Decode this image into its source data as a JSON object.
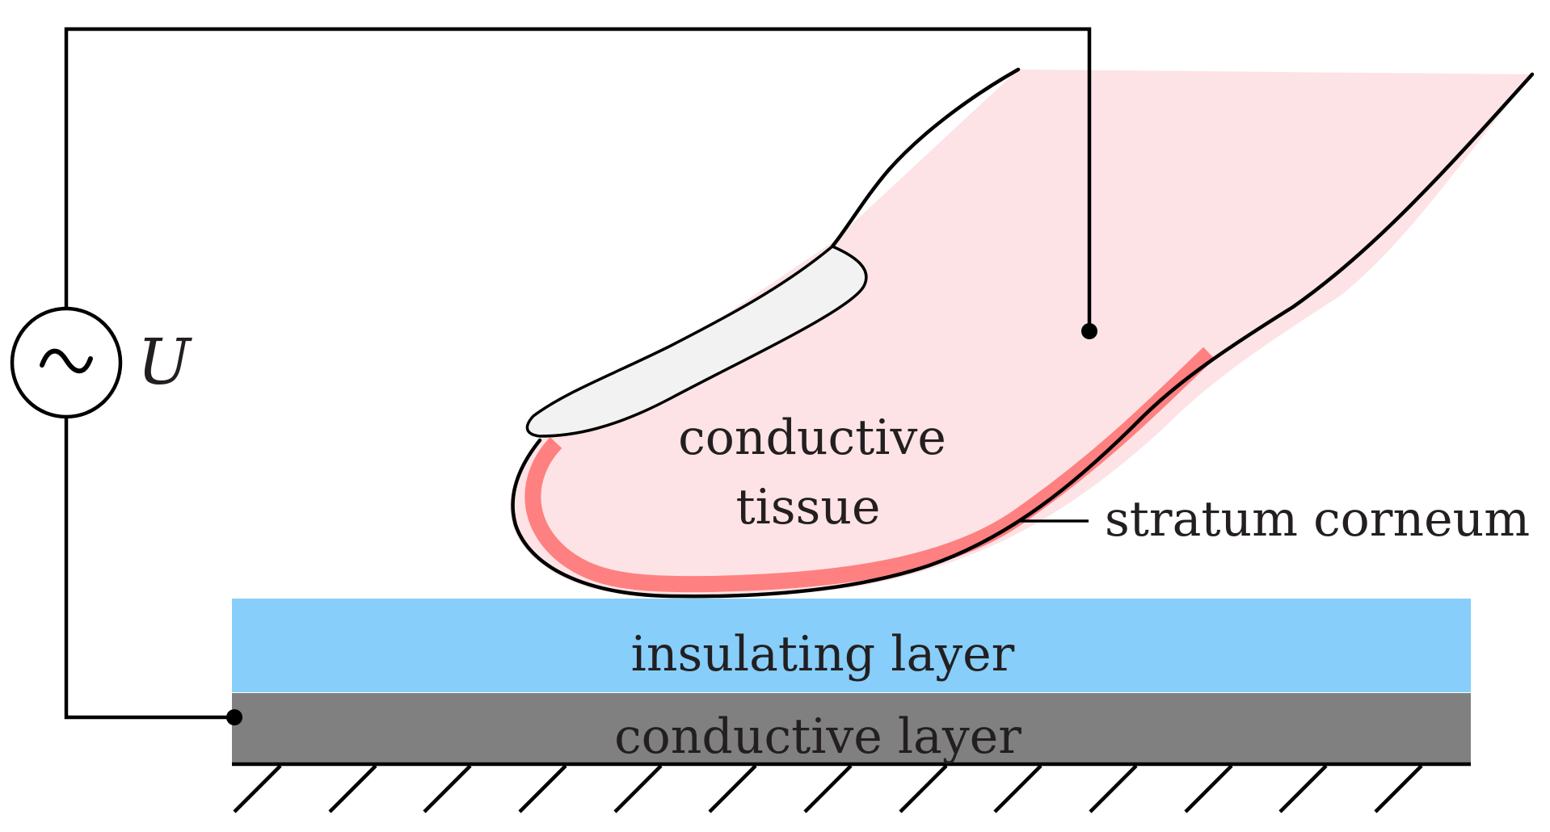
{
  "labels": {
    "voltage_symbol": "U",
    "conductive_tissue_line1": "conductive",
    "conductive_tissue_line2": "tissue",
    "stratum_corneum": "stratum corneum",
    "insulating_layer": "insulating layer",
    "conductive_layer": "conductive layer"
  },
  "icons": {
    "ac_source": "sine-wave-source-icon",
    "ground": "hatched-ground-icon"
  },
  "colors": {
    "finger_fill": "#fde3e5",
    "stratum_corneum": "#ff8080",
    "fingernail": "#f2f2f2",
    "insulating_layer": "#87cefa",
    "conductive_layer": "#808080",
    "wire": "#000000",
    "text": "#231f20"
  }
}
